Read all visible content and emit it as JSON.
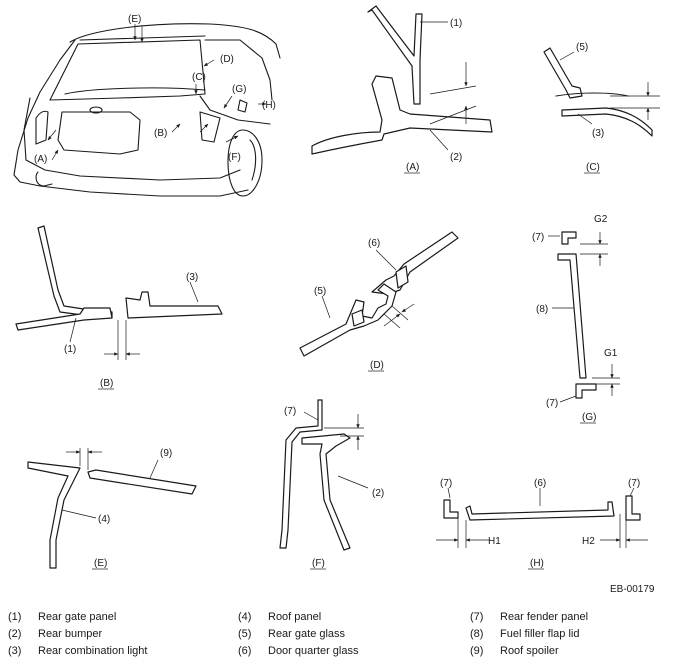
{
  "diagram_code": "EB-00179",
  "views": {
    "A": "(A)",
    "B": "(B)",
    "C": "(C)",
    "D": "(D)",
    "E": "(E)",
    "F": "(F)",
    "G": "(G)",
    "H": "(H)"
  },
  "gap_labels": {
    "G1": "G1",
    "G2": "G2",
    "H1": "H1",
    "H2": "H2"
  },
  "callouts": {
    "n1": "(1)",
    "n2": "(2)",
    "n3": "(3)",
    "n4": "(4)",
    "n5": "(5)",
    "n6": "(6)",
    "n7": "(7)",
    "n8": "(8)",
    "n9": "(9)"
  },
  "legend": [
    {
      "num": "(1)",
      "name": "Rear gate panel"
    },
    {
      "num": "(2)",
      "name": "Rear bumper"
    },
    {
      "num": "(3)",
      "name": "Rear combination light"
    },
    {
      "num": "(4)",
      "name": "Roof panel"
    },
    {
      "num": "(5)",
      "name": "Rear gate glass"
    },
    {
      "num": "(6)",
      "name": "Door quarter glass"
    },
    {
      "num": "(7)",
      "name": "Rear fender panel"
    },
    {
      "num": "(8)",
      "name": "Fuel filler flap lid"
    },
    {
      "num": "(9)",
      "name": "Roof spoiler"
    }
  ]
}
